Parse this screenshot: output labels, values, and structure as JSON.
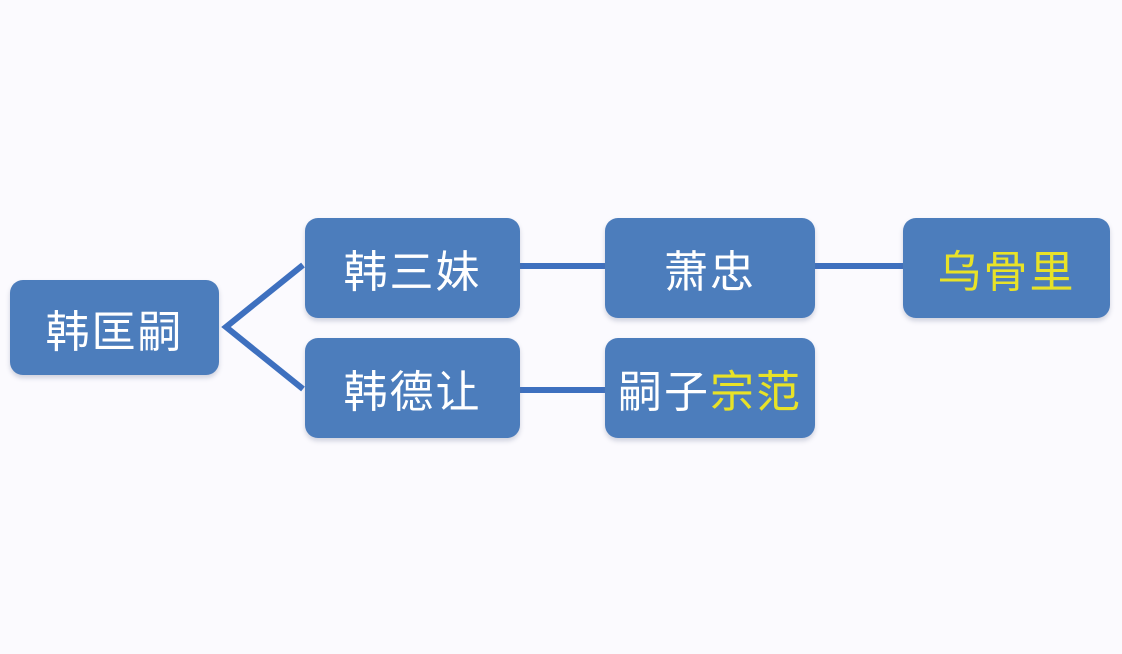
{
  "palette": {
    "page_bg": "#fbfafe",
    "box_fill": "#4c7dbc",
    "connector_blue": "#3e70bf",
    "text_white": "#ffffff",
    "text_yellow": "#e8e227"
  },
  "diagram": {
    "type": "family-tree",
    "nodes": [
      {
        "id": "han-kuangsi",
        "label": "韩匡嗣",
        "text_color": "white"
      },
      {
        "id": "han-sanmei",
        "label": "韩三妹",
        "text_color": "white"
      },
      {
        "id": "xiao-zhong",
        "label": "萧忠",
        "text_color": "white"
      },
      {
        "id": "wu-guli",
        "label": "乌骨里",
        "text_color": "yellow"
      },
      {
        "id": "han-derang",
        "label": "韩德让",
        "text_color": "white"
      },
      {
        "id": "sizi-zongfan",
        "label": "嗣子宗范",
        "label_white": "嗣子",
        "label_yellow": "宗范"
      }
    ],
    "edges": [
      {
        "from": "韩匡嗣",
        "to": "韩三妹",
        "shape": "diagonal-branch"
      },
      {
        "from": "韩匡嗣",
        "to": "韩德让",
        "shape": "diagonal-branch"
      },
      {
        "from": "韩三妹",
        "to": "萧忠",
        "shape": "horizontal"
      },
      {
        "from": "萧忠",
        "to": "乌骨里",
        "shape": "horizontal"
      },
      {
        "from": "韩德让",
        "to": "嗣子宗范",
        "shape": "horizontal"
      }
    ]
  }
}
